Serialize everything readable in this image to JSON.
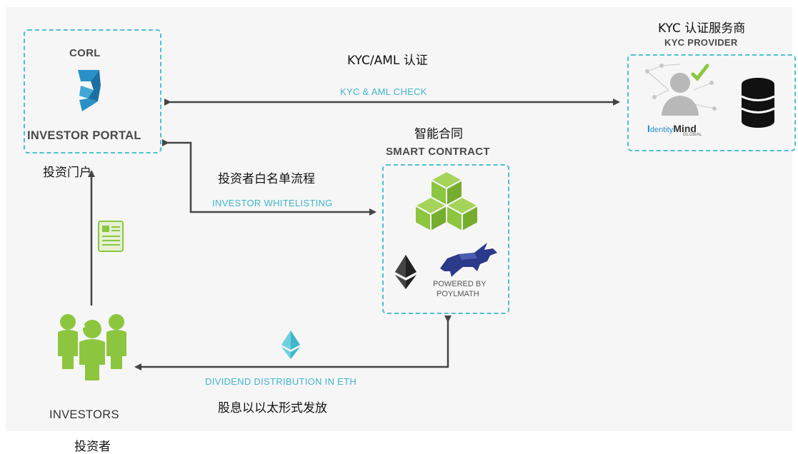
{
  "nodes": {
    "portal": {
      "title": "CORL",
      "name": "INVESTOR PORTAL",
      "cn": "投资门户"
    },
    "kyc": {
      "cn": "KYC 认证服务商",
      "name": "KYC PROVIDER",
      "logo_a": "dentity",
      "logo_b": "Mind",
      "logo_c": "GLOBAL"
    },
    "contract": {
      "cn": "智能合同",
      "name": "SMART CONTRACT",
      "powered": "POWERED BY",
      "brand": "POYLMATH"
    },
    "investors": {
      "name": "INVESTORS",
      "cn": "投资者"
    }
  },
  "edges": {
    "kyc_check": {
      "label": "KYC & AML CHECK",
      "cn": "KYC/AML 认证"
    },
    "whitelisting": {
      "label": "INVESTOR WHITELISTING",
      "cn": "投资者白名单流程"
    },
    "dividend": {
      "label": "DIVIDEND DISTRIBUTION IN ETH",
      "cn": "股息以以太形式发放"
    }
  },
  "colors": {
    "accent_cyan": "#4cc0d3",
    "green": "#8cc63f",
    "arrow": "#444444",
    "logo_blue": "#2a90c8"
  }
}
